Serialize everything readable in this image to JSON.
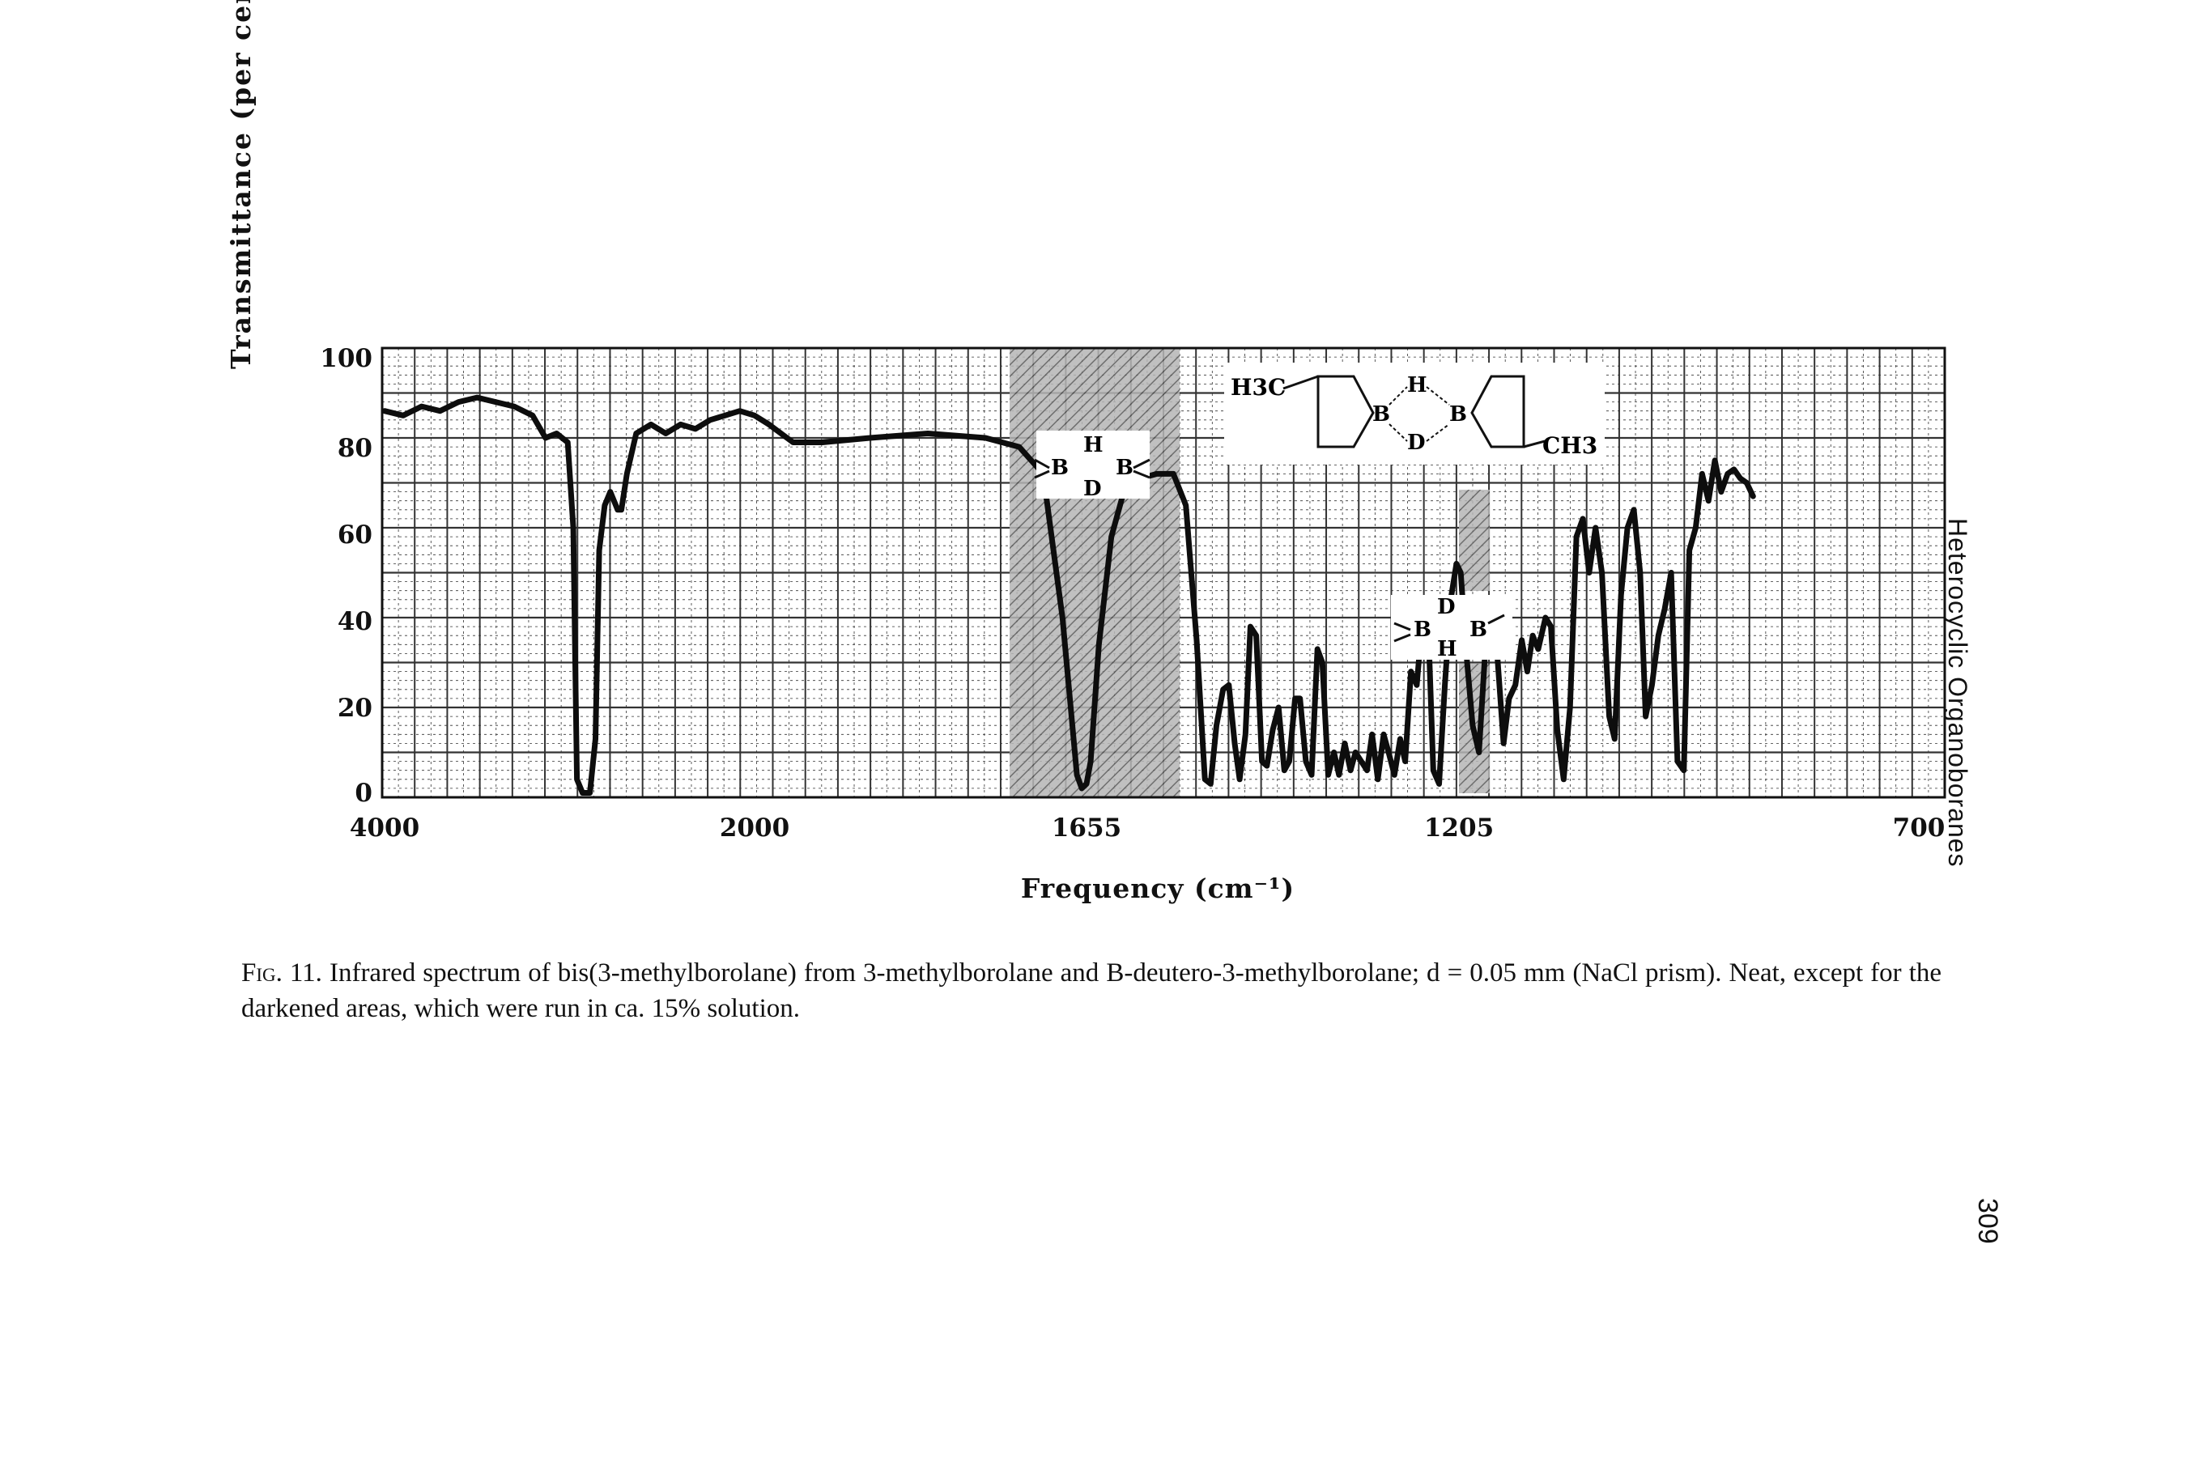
{
  "page": {
    "running_head": "Heterocyclic Organoboranes",
    "page_number": "309",
    "caption_label": "Fig. 11.",
    "caption_text": "Infrared spectrum of bis(3-methylborolane) from 3-methylborolane and B-deutero-3-methylborolane; d = 0.05 mm (NaCl prism). Neat, except for the darkened areas, which were run in ca. 15% solution."
  },
  "chart_data": {
    "type": "line",
    "ylabel": "Transmittance (per cent)",
    "xlabel": "Frequency (cm⁻¹)",
    "y_ticks": [
      "100",
      "80",
      "60",
      "40",
      "20",
      "0"
    ],
    "x_ticks": [
      "4000",
      "2000",
      "1655",
      "1205",
      "700"
    ],
    "ylim": [
      0,
      100
    ],
    "grid": true,
    "structure_labels": {
      "top_structure": [
        "H3C",
        "H",
        "B",
        "B",
        "D",
        "CH3"
      ],
      "bridge_1": [
        "H",
        "B",
        "B",
        "D"
      ],
      "bridge_2": [
        "D",
        "B",
        "B",
        "H"
      ]
    },
    "series": [
      {
        "points": [
          [
            4000,
            86
          ],
          [
            3900,
            85
          ],
          [
            3800,
            87
          ],
          [
            3700,
            86
          ],
          [
            3600,
            88
          ],
          [
            3500,
            89
          ],
          [
            3400,
            88
          ],
          [
            3300,
            87
          ],
          [
            3200,
            85
          ],
          [
            3130,
            80
          ],
          [
            3070,
            81
          ],
          [
            3010,
            79
          ],
          [
            2980,
            60
          ],
          [
            2960,
            4
          ],
          [
            2930,
            1
          ],
          [
            2890,
            1
          ],
          [
            2860,
            13
          ],
          [
            2840,
            55
          ],
          [
            2810,
            65
          ],
          [
            2780,
            68
          ],
          [
            2740,
            64
          ],
          [
            2720,
            64
          ],
          [
            2690,
            72
          ],
          [
            2640,
            81
          ],
          [
            2560,
            83
          ],
          [
            2480,
            81
          ],
          [
            2400,
            83
          ],
          [
            2320,
            82
          ],
          [
            2240,
            84
          ],
          [
            2160,
            85
          ],
          [
            2080,
            86
          ],
          [
            2000,
            85
          ],
          [
            1985,
            83
          ],
          [
            1960,
            79
          ],
          [
            1930,
            79
          ],
          [
            1880,
            80
          ],
          [
            1820,
            81
          ],
          [
            1760,
            80
          ],
          [
            1725,
            78
          ],
          [
            1700,
            72
          ],
          [
            1680,
            40
          ],
          [
            1665,
            5
          ],
          [
            1660,
            2
          ],
          [
            1655,
            3
          ],
          [
            1650,
            8
          ],
          [
            1640,
            34
          ],
          [
            1625,
            58
          ],
          [
            1610,
            68
          ],
          [
            1590,
            71
          ],
          [
            1570,
            72
          ],
          [
            1550,
            72
          ],
          [
            1535,
            65
          ],
          [
            1522,
            35
          ],
          [
            1512,
            4
          ],
          [
            1505,
            3
          ],
          [
            1498,
            16
          ],
          [
            1490,
            24
          ],
          [
            1483,
            25
          ],
          [
            1476,
            12
          ],
          [
            1470,
            4
          ],
          [
            1463,
            14
          ],
          [
            1457,
            38
          ],
          [
            1450,
            36
          ],
          [
            1443,
            8
          ],
          [
            1437,
            7
          ],
          [
            1430,
            15
          ],
          [
            1423,
            20
          ],
          [
            1416,
            6
          ],
          [
            1410,
            8
          ],
          [
            1403,
            22
          ],
          [
            1397,
            22
          ],
          [
            1390,
            8
          ],
          [
            1383,
            5
          ],
          [
            1376,
            33
          ],
          [
            1370,
            30
          ],
          [
            1363,
            5
          ],
          [
            1356,
            10
          ],
          [
            1350,
            5
          ],
          [
            1343,
            12
          ],
          [
            1336,
            6
          ],
          [
            1330,
            10
          ],
          [
            1323,
            8
          ],
          [
            1316,
            6
          ],
          [
            1310,
            14
          ],
          [
            1303,
            4
          ],
          [
            1296,
            14
          ],
          [
            1290,
            10
          ],
          [
            1283,
            5
          ],
          [
            1276,
            13
          ],
          [
            1270,
            8
          ],
          [
            1263,
            28
          ],
          [
            1256,
            25
          ],
          [
            1250,
            38
          ],
          [
            1243,
            43
          ],
          [
            1236,
            6
          ],
          [
            1229,
            3
          ],
          [
            1222,
            25
          ],
          [
            1215,
            44
          ],
          [
            1208,
            52
          ],
          [
            1203,
            50
          ],
          [
            1196,
            30
          ],
          [
            1190,
            16
          ],
          [
            1183,
            10
          ],
          [
            1176,
            33
          ],
          [
            1170,
            39
          ],
          [
            1163,
            32
          ],
          [
            1156,
            12
          ],
          [
            1150,
            22
          ],
          [
            1143,
            25
          ],
          [
            1136,
            35
          ],
          [
            1130,
            28
          ],
          [
            1124,
            36
          ],
          [
            1118,
            33
          ],
          [
            1110,
            40
          ],
          [
            1104,
            38
          ],
          [
            1097,
            15
          ],
          [
            1090,
            4
          ],
          [
            1083,
            20
          ],
          [
            1076,
            58
          ],
          [
            1069,
            62
          ],
          [
            1062,
            50
          ],
          [
            1055,
            60
          ],
          [
            1048,
            50
          ],
          [
            1040,
            18
          ],
          [
            1034,
            13
          ],
          [
            1027,
            45
          ],
          [
            1020,
            60
          ],
          [
            1013,
            64
          ],
          [
            1006,
            50
          ],
          [
            1000,
            18
          ],
          [
            993,
            25
          ],
          [
            986,
            36
          ],
          [
            979,
            42
          ],
          [
            972,
            50
          ],
          [
            965,
            8
          ],
          [
            958,
            6
          ],
          [
            952,
            55
          ],
          [
            945,
            60
          ],
          [
            938,
            72
          ],
          [
            931,
            66
          ],
          [
            924,
            75
          ],
          [
            917,
            68
          ],
          [
            910,
            72
          ],
          [
            903,
            73
          ],
          [
            896,
            71
          ],
          [
            889,
            70
          ],
          [
            882,
            67
          ]
        ]
      }
    ]
  }
}
